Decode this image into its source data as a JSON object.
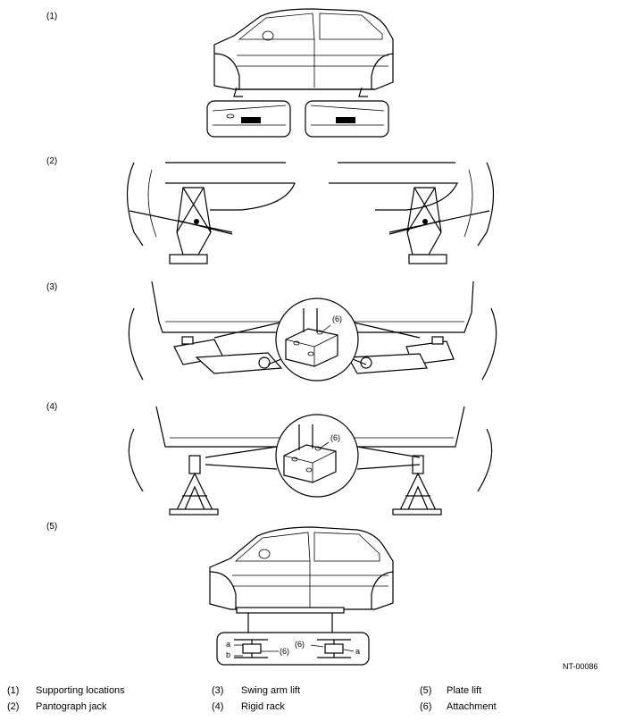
{
  "panels": [
    {
      "label": "(1)"
    },
    {
      "label": "(2)"
    },
    {
      "label": "(3)",
      "callout": "(6)"
    },
    {
      "label": "(4)",
      "callout": "(6)"
    },
    {
      "label": "(5)",
      "detail": {
        "left_top": "a",
        "left_bottom": "b",
        "left_callout": "(6)",
        "right_callout": "(6)",
        "right_label": "a"
      }
    }
  ],
  "figure_code": "NT-00086",
  "legend": [
    {
      "num": "(1)",
      "text": "Supporting locations"
    },
    {
      "num": "(2)",
      "text": "Pantograph jack"
    },
    {
      "num": "(3)",
      "text": "Swing arm lift"
    },
    {
      "num": "(4)",
      "text": "Rigid rack"
    },
    {
      "num": "(5)",
      "text": "Plate lift"
    },
    {
      "num": "(6)",
      "text": "Attachment"
    }
  ]
}
